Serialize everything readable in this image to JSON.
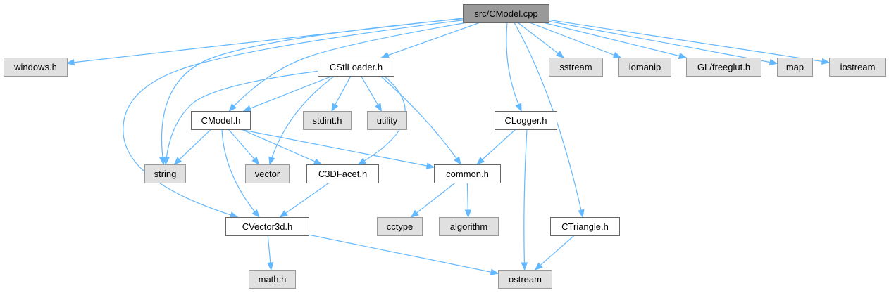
{
  "diagram_title": "",
  "colors": {
    "edge": "#63b8ff",
    "root_fill": "#999999",
    "root_border": "#666666",
    "local_fill": "#ffffff",
    "local_border": "#666666",
    "system_fill": "#e0e0e0",
    "system_border": "#999999"
  },
  "nodes": {
    "cmodel_cpp": {
      "label": "src/CModel.cpp",
      "kind": "root"
    },
    "windows_h": {
      "label": "windows.h",
      "kind": "system"
    },
    "cstlloader_h": {
      "label": "CStlLoader.h",
      "kind": "local"
    },
    "sstream": {
      "label": "sstream",
      "kind": "system"
    },
    "iomanip": {
      "label": "iomanip",
      "kind": "system"
    },
    "gl_freeglut_h": {
      "label": "GL/freeglut.h",
      "kind": "system"
    },
    "map": {
      "label": "map",
      "kind": "system"
    },
    "iostream": {
      "label": "iostream",
      "kind": "system"
    },
    "cmodel_h": {
      "label": "CModel.h",
      "kind": "local"
    },
    "stdint_h": {
      "label": "stdint.h",
      "kind": "system"
    },
    "utility": {
      "label": "utility",
      "kind": "system"
    },
    "clogger_h": {
      "label": "CLogger.h",
      "kind": "local"
    },
    "string": {
      "label": "string",
      "kind": "system"
    },
    "vector": {
      "label": "vector",
      "kind": "system"
    },
    "c3dfacet_h": {
      "label": "C3DFacet.h",
      "kind": "local"
    },
    "common_h": {
      "label": "common.h",
      "kind": "local"
    },
    "cctype": {
      "label": "cctype",
      "kind": "system"
    },
    "algorithm": {
      "label": "algorithm",
      "kind": "system"
    },
    "ctriangle_h": {
      "label": "CTriangle.h",
      "kind": "local"
    },
    "cvector3d_h": {
      "label": "CVector3d.h",
      "kind": "local"
    },
    "math_h": {
      "label": "math.h",
      "kind": "system"
    },
    "ostream": {
      "label": "ostream",
      "kind": "system"
    }
  },
  "edges": [
    {
      "from": "cmodel_cpp",
      "to": "windows_h"
    },
    {
      "from": "cmodel_cpp",
      "to": "cstlloader_h"
    },
    {
      "from": "cmodel_cpp",
      "to": "cmodel_h"
    },
    {
      "from": "cmodel_cpp",
      "to": "string"
    },
    {
      "from": "cmodel_cpp",
      "to": "cvector3d_h"
    },
    {
      "from": "cmodel_cpp",
      "to": "clogger_h"
    },
    {
      "from": "cmodel_cpp",
      "to": "ctriangle_h"
    },
    {
      "from": "cmodel_cpp",
      "to": "sstream"
    },
    {
      "from": "cmodel_cpp",
      "to": "iomanip"
    },
    {
      "from": "cmodel_cpp",
      "to": "gl_freeglut_h"
    },
    {
      "from": "cmodel_cpp",
      "to": "map"
    },
    {
      "from": "cmodel_cpp",
      "to": "iostream"
    },
    {
      "from": "cstlloader_h",
      "to": "cmodel_h"
    },
    {
      "from": "cstlloader_h",
      "to": "string"
    },
    {
      "from": "cstlloader_h",
      "to": "vector"
    },
    {
      "from": "cstlloader_h",
      "to": "stdint_h"
    },
    {
      "from": "cstlloader_h",
      "to": "utility"
    },
    {
      "from": "cstlloader_h",
      "to": "c3dfacet_h"
    },
    {
      "from": "cstlloader_h",
      "to": "common_h"
    },
    {
      "from": "cmodel_h",
      "to": "string"
    },
    {
      "from": "cmodel_h",
      "to": "vector"
    },
    {
      "from": "cmodel_h",
      "to": "c3dfacet_h"
    },
    {
      "from": "cmodel_h",
      "to": "cvector3d_h"
    },
    {
      "from": "cmodel_h",
      "to": "common_h"
    },
    {
      "from": "c3dfacet_h",
      "to": "cvector3d_h"
    },
    {
      "from": "clogger_h",
      "to": "common_h"
    },
    {
      "from": "clogger_h",
      "to": "ostream"
    },
    {
      "from": "common_h",
      "to": "cctype"
    },
    {
      "from": "common_h",
      "to": "algorithm"
    },
    {
      "from": "cvector3d_h",
      "to": "math_h"
    },
    {
      "from": "cvector3d_h",
      "to": "ostream"
    },
    {
      "from": "ctriangle_h",
      "to": "ostream"
    }
  ]
}
